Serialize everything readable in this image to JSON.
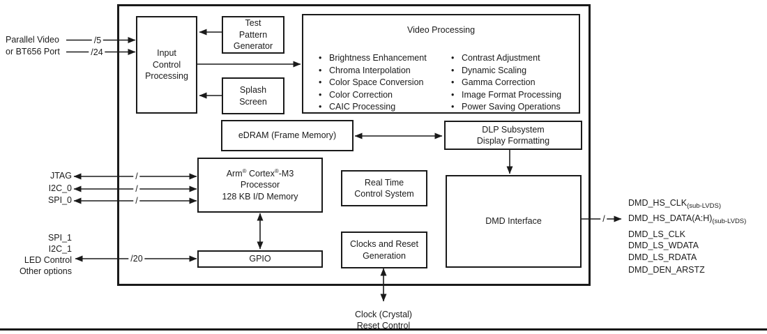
{
  "external": {
    "video_in": {
      "line1": "Parallel Video",
      "line2": "or BT656 Port",
      "bus_width_1": "/5",
      "bus_width_2": "/24"
    },
    "host_ports": {
      "jtag": "JTAG",
      "i2c0": "I2C_0",
      "spi0": "SPI_0",
      "slash": "/"
    },
    "gpio_ports": {
      "lines": [
        "SPI_1",
        "I2C_1",
        "LED Control",
        "Other options"
      ],
      "bus_width": "/20"
    },
    "dmd_signals": {
      "slash": "/",
      "rows": [
        {
          "name": "DMD_HS_CLK",
          "sub": "(sub-LVDS)"
        },
        {
          "name": "DMD_HS_DATA(A:H)",
          "sub": "(sub-LVDS)"
        },
        {
          "name": "DMD_LS_CLK",
          "sub": ""
        },
        {
          "name": "DMD_LS_WDATA",
          "sub": ""
        },
        {
          "name": "DMD_LS_RDATA",
          "sub": ""
        },
        {
          "name": "DMD_DEN_ARSTZ",
          "sub": ""
        }
      ]
    },
    "clock_reset": {
      "line1": "Clock (Crystal)",
      "line2": "Reset Control"
    }
  },
  "blocks": {
    "input_control": {
      "lines": [
        "Input",
        "Control",
        "Processing"
      ]
    },
    "test_pattern": {
      "lines": [
        "Test",
        "Pattern",
        "Generator"
      ]
    },
    "splash_screen": {
      "lines": [
        "Splash",
        "Screen"
      ]
    },
    "video_processing": {
      "title": "Video Processing",
      "features_left": [
        "Brightness Enhancement",
        "Chroma Interpolation",
        "Color Space Conversion",
        "Color Correction",
        "CAIC Processing"
      ],
      "features_right": [
        "Contrast Adjustment",
        "Dynamic Scaling",
        "Gamma Correction",
        "Image Format Processing",
        "Power Saving Operations"
      ]
    },
    "edram": {
      "label": "eDRAM (Frame Memory)"
    },
    "dlp_subsystem": {
      "lines": [
        "DLP Subsystem",
        "Display Formatting"
      ]
    },
    "arm_processor": {
      "brand": "Arm",
      "reg": "®",
      "core": " Cortex",
      "core_suffix": "-M3",
      "line2": "Processor",
      "line3": "128 KB I/D Memory"
    },
    "rtcs": {
      "lines": [
        "Real Time",
        "Control System"
      ]
    },
    "gpio": {
      "label": "GPIO"
    },
    "clocks_reset": {
      "lines": [
        "Clocks and Reset",
        "Generation"
      ]
    },
    "dmd_interface": {
      "label": "DMD Interface"
    }
  },
  "colors": {
    "line": "#1a1a1a",
    "text": "#1a1a1a",
    "background": "#ffffff"
  }
}
